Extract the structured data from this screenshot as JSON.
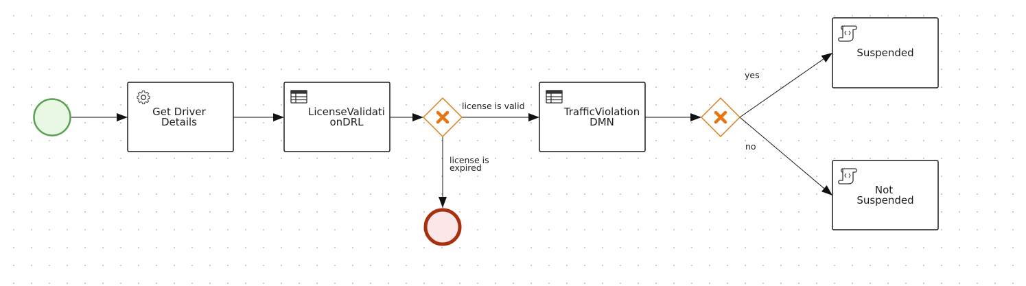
{
  "nodes": {
    "get_driver_details": {
      "line1": "Get Driver",
      "line2": "Details"
    },
    "license_validation": {
      "line1": "LicenseValidati",
      "line2": "onDRL"
    },
    "traffic_violation": {
      "line1": "TrafficViolation",
      "line2": "DMN"
    },
    "suspended": {
      "line1": "Suspended"
    },
    "not_suspended": {
      "line1": "Not",
      "line2": "Suspended"
    }
  },
  "edges": {
    "license_valid": "license is valid",
    "license_expired_line1": "license is",
    "license_expired_line2": "expired",
    "yes": "yes",
    "no": "no"
  },
  "icons": {
    "service_task": "gear-icon",
    "business_rule_task": "table-icon",
    "script_task": "script-icon",
    "gateway": "exclusive-gateway-x-icon"
  },
  "colors": {
    "start_event_stroke": "#59a14f",
    "start_event_fill": "#e8f8e5",
    "end_event_stroke": "#a8300f",
    "end_event_fill": "#fbe7e7",
    "gateway_stroke": "#e07c1a",
    "gateway_marker": "#e87511",
    "task_stroke": "#1a1a1a"
  }
}
